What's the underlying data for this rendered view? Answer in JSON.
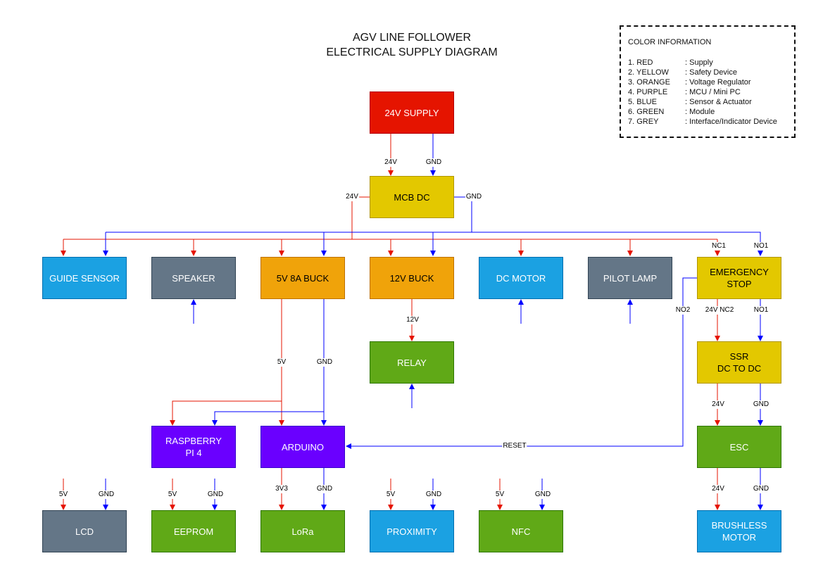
{
  "title": {
    "line1": "AGV LINE FOLLOWER",
    "line2": "ELECTRICAL SUPPLY DIAGRAM"
  },
  "legend": {
    "heading": "COLOR INFORMATION",
    "items": [
      {
        "key": "1. RED",
        "value": ": Supply",
        "color": "#e51400"
      },
      {
        "key": "2. YELLOW",
        "value": ": Safety Device",
        "color": "#e3c800"
      },
      {
        "key": "3. ORANGE",
        "value": ": Voltage Regulator",
        "color": "#f0a30a"
      },
      {
        "key": "4. PURPLE",
        "value": ": MCU / Mini PC",
        "color": "#6a00ff"
      },
      {
        "key": "5. BLUE",
        "value": ": Sensor & Actuator",
        "color": "#1ba1e2"
      },
      {
        "key": "6. GREEN",
        "value": ": Module",
        "color": "#60a917"
      },
      {
        "key": "7. GREY",
        "value": ": Interface/Indicator Device",
        "color": "#647687"
      }
    ]
  },
  "blocks": {
    "supply": {
      "l1": "24V SUPPLY",
      "color": "red"
    },
    "mcb": {
      "l1": "MCB DC",
      "color": "yellow"
    },
    "guide": {
      "l1": "GUIDE SENSOR",
      "color": "blue"
    },
    "speaker": {
      "l1": "SPEAKER",
      "color": "grey"
    },
    "buck5": {
      "l1": "5V 8A BUCK",
      "color": "orange"
    },
    "buck12": {
      "l1": "12V BUCK",
      "color": "orange"
    },
    "dcmotor": {
      "l1": "DC MOTOR",
      "color": "blue"
    },
    "pilot": {
      "l1": "PILOT LAMP",
      "color": "grey"
    },
    "estop": {
      "l1": "EMERGENCY",
      "l2": "STOP",
      "color": "yellow"
    },
    "relay": {
      "l1": "RELAY",
      "color": "green"
    },
    "ssr": {
      "l1": "SSR",
      "l2": "DC TO DC",
      "color": "yellow"
    },
    "rpi": {
      "l1": "RASPBERRY",
      "l2": "PI 4",
      "color": "purple"
    },
    "arduino": {
      "l1": "ARDUINO",
      "color": "purple"
    },
    "esc": {
      "l1": "ESC",
      "color": "green"
    },
    "lcd": {
      "l1": "LCD",
      "color": "grey"
    },
    "eeprom": {
      "l1": "EEPROM",
      "color": "green"
    },
    "lora": {
      "l1": "LoRa",
      "color": "green"
    },
    "proximity": {
      "l1": "PROXIMITY",
      "color": "blue"
    },
    "nfc": {
      "l1": "NFC",
      "color": "green"
    },
    "brushless": {
      "l1": "BRUSHLESS",
      "l2": "MOTOR",
      "color": "blue"
    }
  },
  "wire_labels": {
    "supply_24v": "24V",
    "supply_gnd": "GND",
    "mcb_24v": "24V",
    "mcb_gnd": "GND",
    "estop_nc1": "NC1",
    "estop_no1": "NO1",
    "buck12_out": "12V",
    "estop_no2": "NO2",
    "estop_24v_nc2": "24V NC2",
    "estop_no1_out": "NO1",
    "buck5_5v": "5V",
    "buck5_gnd": "GND",
    "ssr_24v": "24V",
    "ssr_gnd": "GND",
    "reset": "RESET",
    "lcd_5v": "5V",
    "lcd_gnd": "GND",
    "eeprom_5v": "5V",
    "eeprom_gnd": "GND",
    "lora_3v3": "3V3",
    "lora_gnd": "GND",
    "prox_5v": "5V",
    "prox_gnd": "GND",
    "nfc_5v": "5V",
    "nfc_gnd": "GND",
    "esc_24v": "24V",
    "esc_gnd": "GND"
  },
  "colors": {
    "supply_wire": "#e51400",
    "ground_wire": "#0000ff",
    "signal_wire": "#0000ff"
  }
}
